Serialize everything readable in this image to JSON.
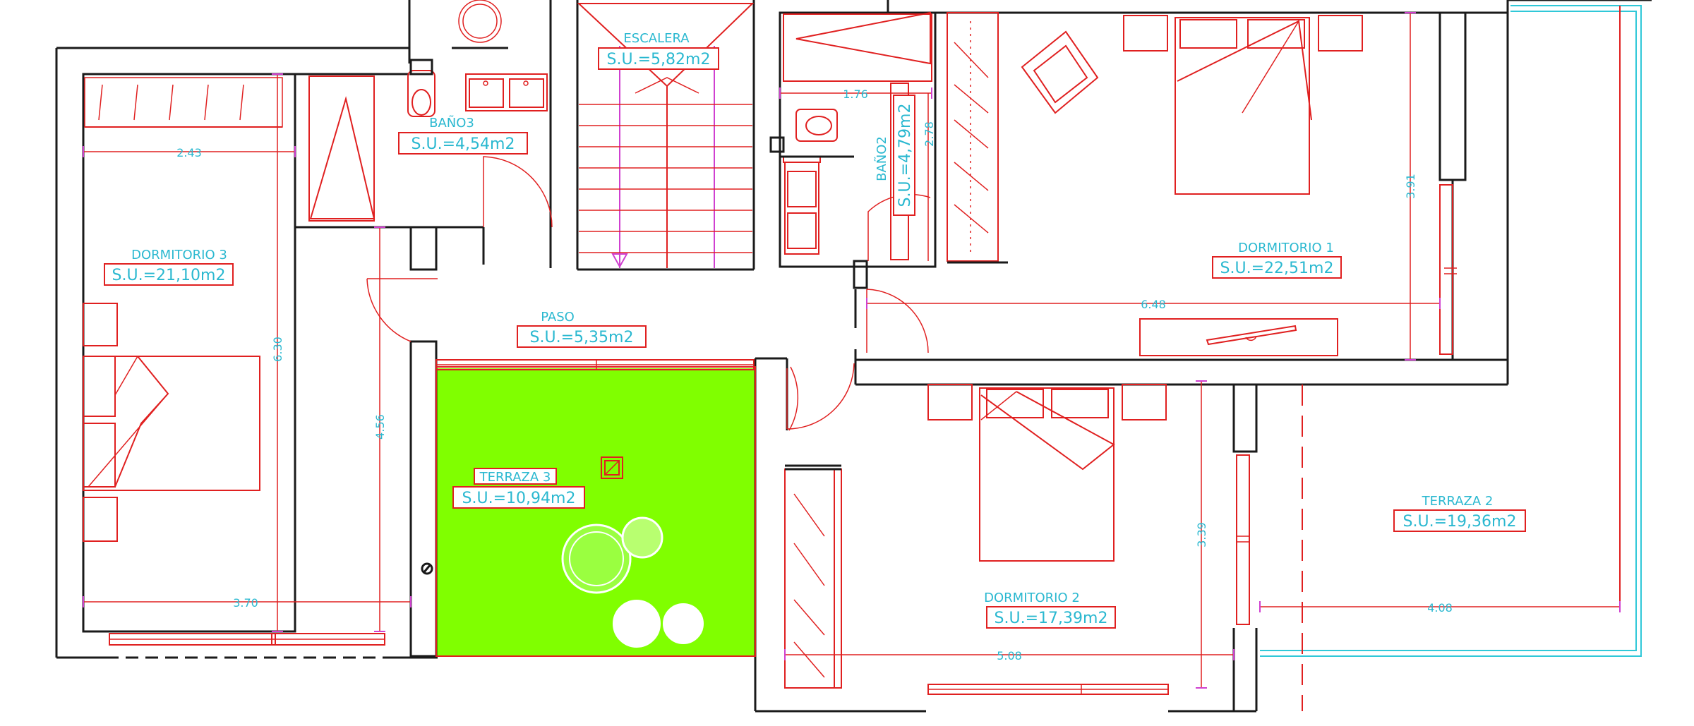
{
  "colors": {
    "walls": "#1a1a1a",
    "furniture": "#e02020",
    "labels": "#2ab8d0",
    "terrace_fill": "#80ff00",
    "dimension_ticks": "#d040d0"
  },
  "rooms": {
    "escalera": {
      "name": "ESCALERA",
      "area": "S.U.=5,82m2"
    },
    "bano3": {
      "name": "BAÑO3",
      "area": "S.U.=4,54m2"
    },
    "bano2": {
      "name": "BAÑO2",
      "area": "S.U.=4,79m2"
    },
    "dormitorio3": {
      "name": "DORMITORIO 3",
      "area": "S.U.=21,10m2"
    },
    "dormitorio1": {
      "name": "DORMITORIO 1",
      "area": "S.U.=22,51m2"
    },
    "paso": {
      "name": "PASO",
      "area": "S.U.=5,35m2"
    },
    "terraza3": {
      "name": "TERRAZA 3",
      "area": "S.U.=10,94m2"
    },
    "dormitorio2": {
      "name": "DORMITORIO 2",
      "area": "S.U.=17,39m2"
    },
    "terraza2": {
      "name": "TERRAZA 2",
      "area": "S.U.=19,36m2"
    }
  },
  "dimensions": {
    "d243": "2.43",
    "d176": "1.76",
    "d278": "2.78",
    "d391": "3.91",
    "d648": "6.48",
    "d630": "6.30",
    "d456": "4.56",
    "d370": "3.70",
    "d339": "3.39",
    "d508": "5.08",
    "d408": "4.08"
  }
}
